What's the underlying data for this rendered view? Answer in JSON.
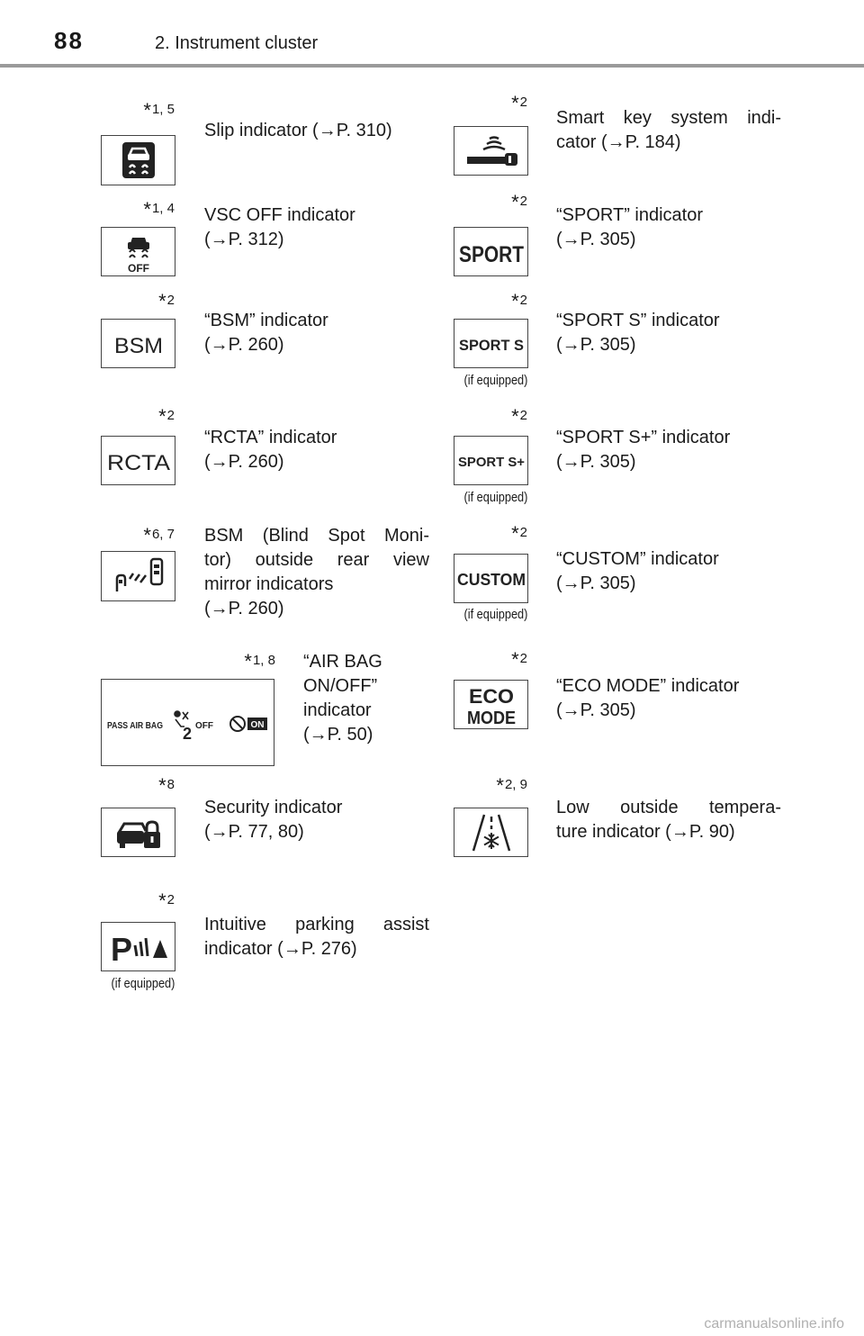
{
  "header": {
    "page_number": "88",
    "section_title": "2. Instrument cluster"
  },
  "equipped_label": "(if equipped)",
  "entries": [
    {
      "id": "slip",
      "note": "1, 5",
      "lines": [
        "Slip indicator (→P. 310)"
      ],
      "icon": "slip-indicator-icon"
    },
    {
      "id": "smartkey",
      "note": "2",
      "lines": [
        "Smart key system indi-",
        "cator (→P. 184)"
      ],
      "icon": "smart-key-icon"
    },
    {
      "id": "vscoff",
      "note": "1, 4",
      "lines": [
        "VSC OFF indicator",
        "(→P. 312)"
      ],
      "icon": "vsc-off-icon",
      "icon_text": "OFF"
    },
    {
      "id": "sport",
      "note": "2",
      "lines": [
        "“SPORT” indicator",
        "(→P. 305)"
      ],
      "icon": "sport-icon",
      "icon_text": "SPORT"
    },
    {
      "id": "bsm",
      "note": "2",
      "lines": [
        "“BSM” indicator",
        "(→P. 260)"
      ],
      "icon": "bsm-icon",
      "icon_text": "BSM"
    },
    {
      "id": "sports",
      "note": "2",
      "lines": [
        "“SPORT S” indicator",
        "(→P. 305)"
      ],
      "icon": "sport-s-icon",
      "icon_text": "SPORT S"
    },
    {
      "id": "rcta",
      "note": "2",
      "lines": [
        "“RCTA” indicator",
        "(→P. 260)"
      ],
      "icon": "rcta-icon",
      "icon_text": "RCTA"
    },
    {
      "id": "sportsplus",
      "note": "2",
      "lines": [
        "“SPORT S+” indicator",
        "(→P. 305)"
      ],
      "icon": "sport-s-plus-icon",
      "icon_text": "SPORT S+"
    },
    {
      "id": "bsmmirror",
      "note": "6, 7",
      "lines": [
        "BSM (Blind Spot Moni-",
        "tor) outside rear view",
        "mirror indicators",
        "(→P. 260)"
      ],
      "icon": "bsm-mirror-icon"
    },
    {
      "id": "custom",
      "note": "2",
      "lines": [
        "“CUSTOM” indicator",
        "(→P. 305)"
      ],
      "icon": "custom-icon",
      "icon_text": "CUSTOM"
    },
    {
      "id": "airbag",
      "note": "1, 8",
      "lines": [
        "“AIR BAG",
        "ON/OFF”",
        "indicator",
        "(→P. 50)"
      ],
      "icon": "airbag-on-off-icon",
      "icon_text": "PASS AIR BAG",
      "icon_text_off": "OFF",
      "icon_text_on": "ON",
      "icon_text_seat": "2"
    },
    {
      "id": "eco",
      "note": "2",
      "lines": [
        "“ECO MODE” indicator",
        "(→P. 305)"
      ],
      "icon": "eco-mode-icon",
      "icon_text": "ECO",
      "icon_text2": "MODE"
    },
    {
      "id": "security",
      "note": "8",
      "lines": [
        "Security indicator",
        "(→P. 77, 80)"
      ],
      "icon": "security-lock-icon"
    },
    {
      "id": "lowtemp",
      "note": "2, 9",
      "lines": [
        "Low outside tempera-",
        "ture indicator (→P. 90)"
      ],
      "icon": "low-temp-icon"
    },
    {
      "id": "parking",
      "note": "2",
      "lines": [
        "Intuitive parking assist",
        "indicator (→P. 276)"
      ],
      "icon": "parking-assist-icon",
      "icon_text": "P"
    }
  ],
  "watermark": "carmanualsonline.info"
}
